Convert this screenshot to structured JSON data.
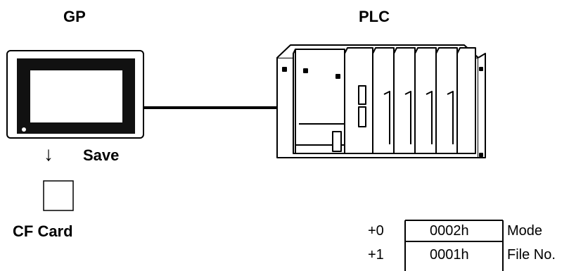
{
  "labels": {
    "gp": "GP",
    "plc": "PLC",
    "save": "Save",
    "cf_card": "CF Card",
    "arrow": "↓"
  },
  "table": {
    "rows": [
      {
        "offset": "+0",
        "value": "0002h",
        "name": "Mode"
      },
      {
        "offset": "+1",
        "value": "0001h",
        "name": "File No."
      }
    ]
  }
}
